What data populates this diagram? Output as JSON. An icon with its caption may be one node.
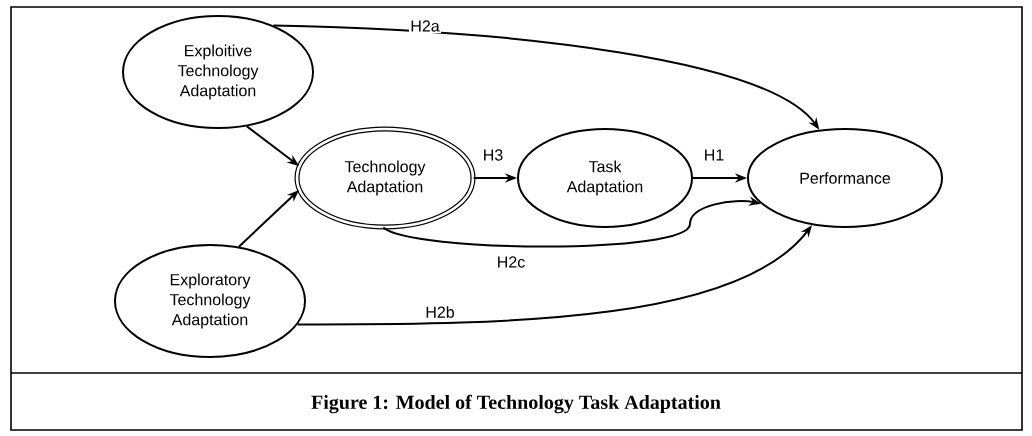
{
  "diagram": {
    "caption": "Figure 1: Model of Technology Task Adaptation",
    "nodes": [
      {
        "text": [
          "Exploitive Technology Adaptation"
        ]
      },
      {
        "text": [
          "Technology Adaptation"
        ]
      },
      {
        "text": [
          "Task Adaptation"
        ]
      },
      {
        "text": [
          "Performance"
        ]
      },
      {
        "text": [
          "Exploratory Technology Adaptation"
        ]
      }
    ],
    "edges": [
      {
        "from": 0,
        "to": 3,
        "arrow": "to",
        "label": "H2a"
      },
      {
        "from": 0,
        "to": 1,
        "arrow": "to"
      },
      {
        "from": 4,
        "to": 1,
        "arrow": "to"
      },
      {
        "from": 1,
        "to": 2,
        "arrow": "to",
        "label": "H3"
      },
      {
        "from": 2,
        "to": 3,
        "arrow": "to",
        "label": "H1"
      },
      {
        "from": 1,
        "to": 3,
        "arrow": "to",
        "label": "H2c"
      },
      {
        "from": 4,
        "to": 3,
        "arrow": "to",
        "label": "H2b"
      }
    ]
  }
}
